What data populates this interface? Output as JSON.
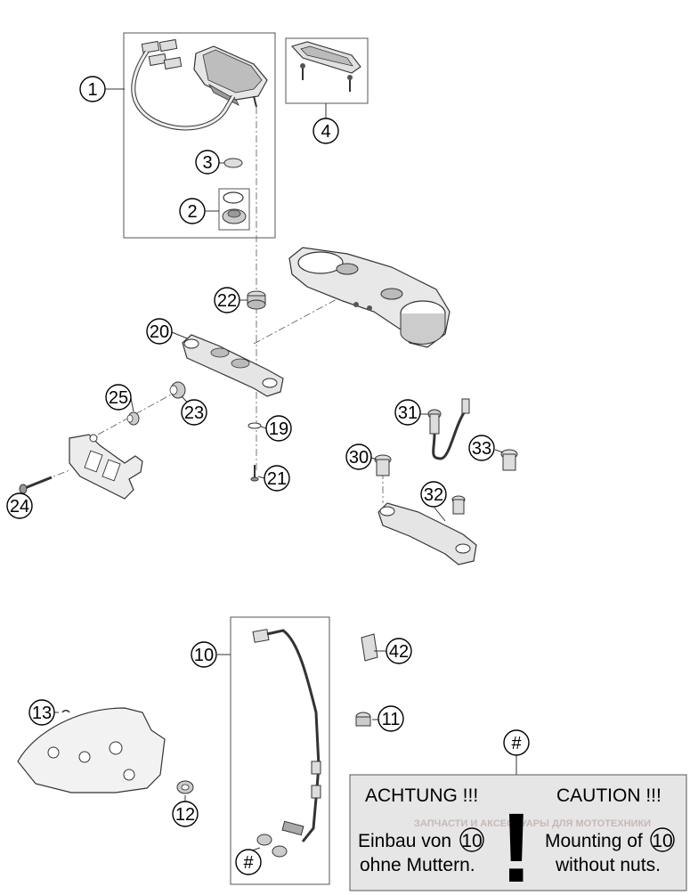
{
  "callouts": {
    "c1": "1",
    "c2": "2",
    "c3": "3",
    "c4": "4",
    "c10": "10",
    "c11": "11",
    "c12": "12",
    "c13": "13",
    "c19": "19",
    "c20": "20",
    "c21": "21",
    "c22": "22",
    "c23": "23",
    "c24": "24",
    "c25": "25",
    "c30": "30",
    "c31": "31",
    "c32": "32",
    "c33": "33",
    "c42": "42",
    "hash1": "#",
    "hash2": "#"
  },
  "warning": {
    "left_title": "ACHTUNG !!!",
    "right_title": "CAUTION !!!",
    "left_line1": "Einbau von",
    "left_ref": "10",
    "left_line2": "ohne Muttern.",
    "right_line1": "Mounting of",
    "right_ref": "10",
    "right_line2": "without nuts.",
    "exclamation": "!",
    "watermark": "ЗАПЧАСТИ И АКСЕССУАРЫ ДЛЯ МОТОТЕХНИКИ"
  }
}
